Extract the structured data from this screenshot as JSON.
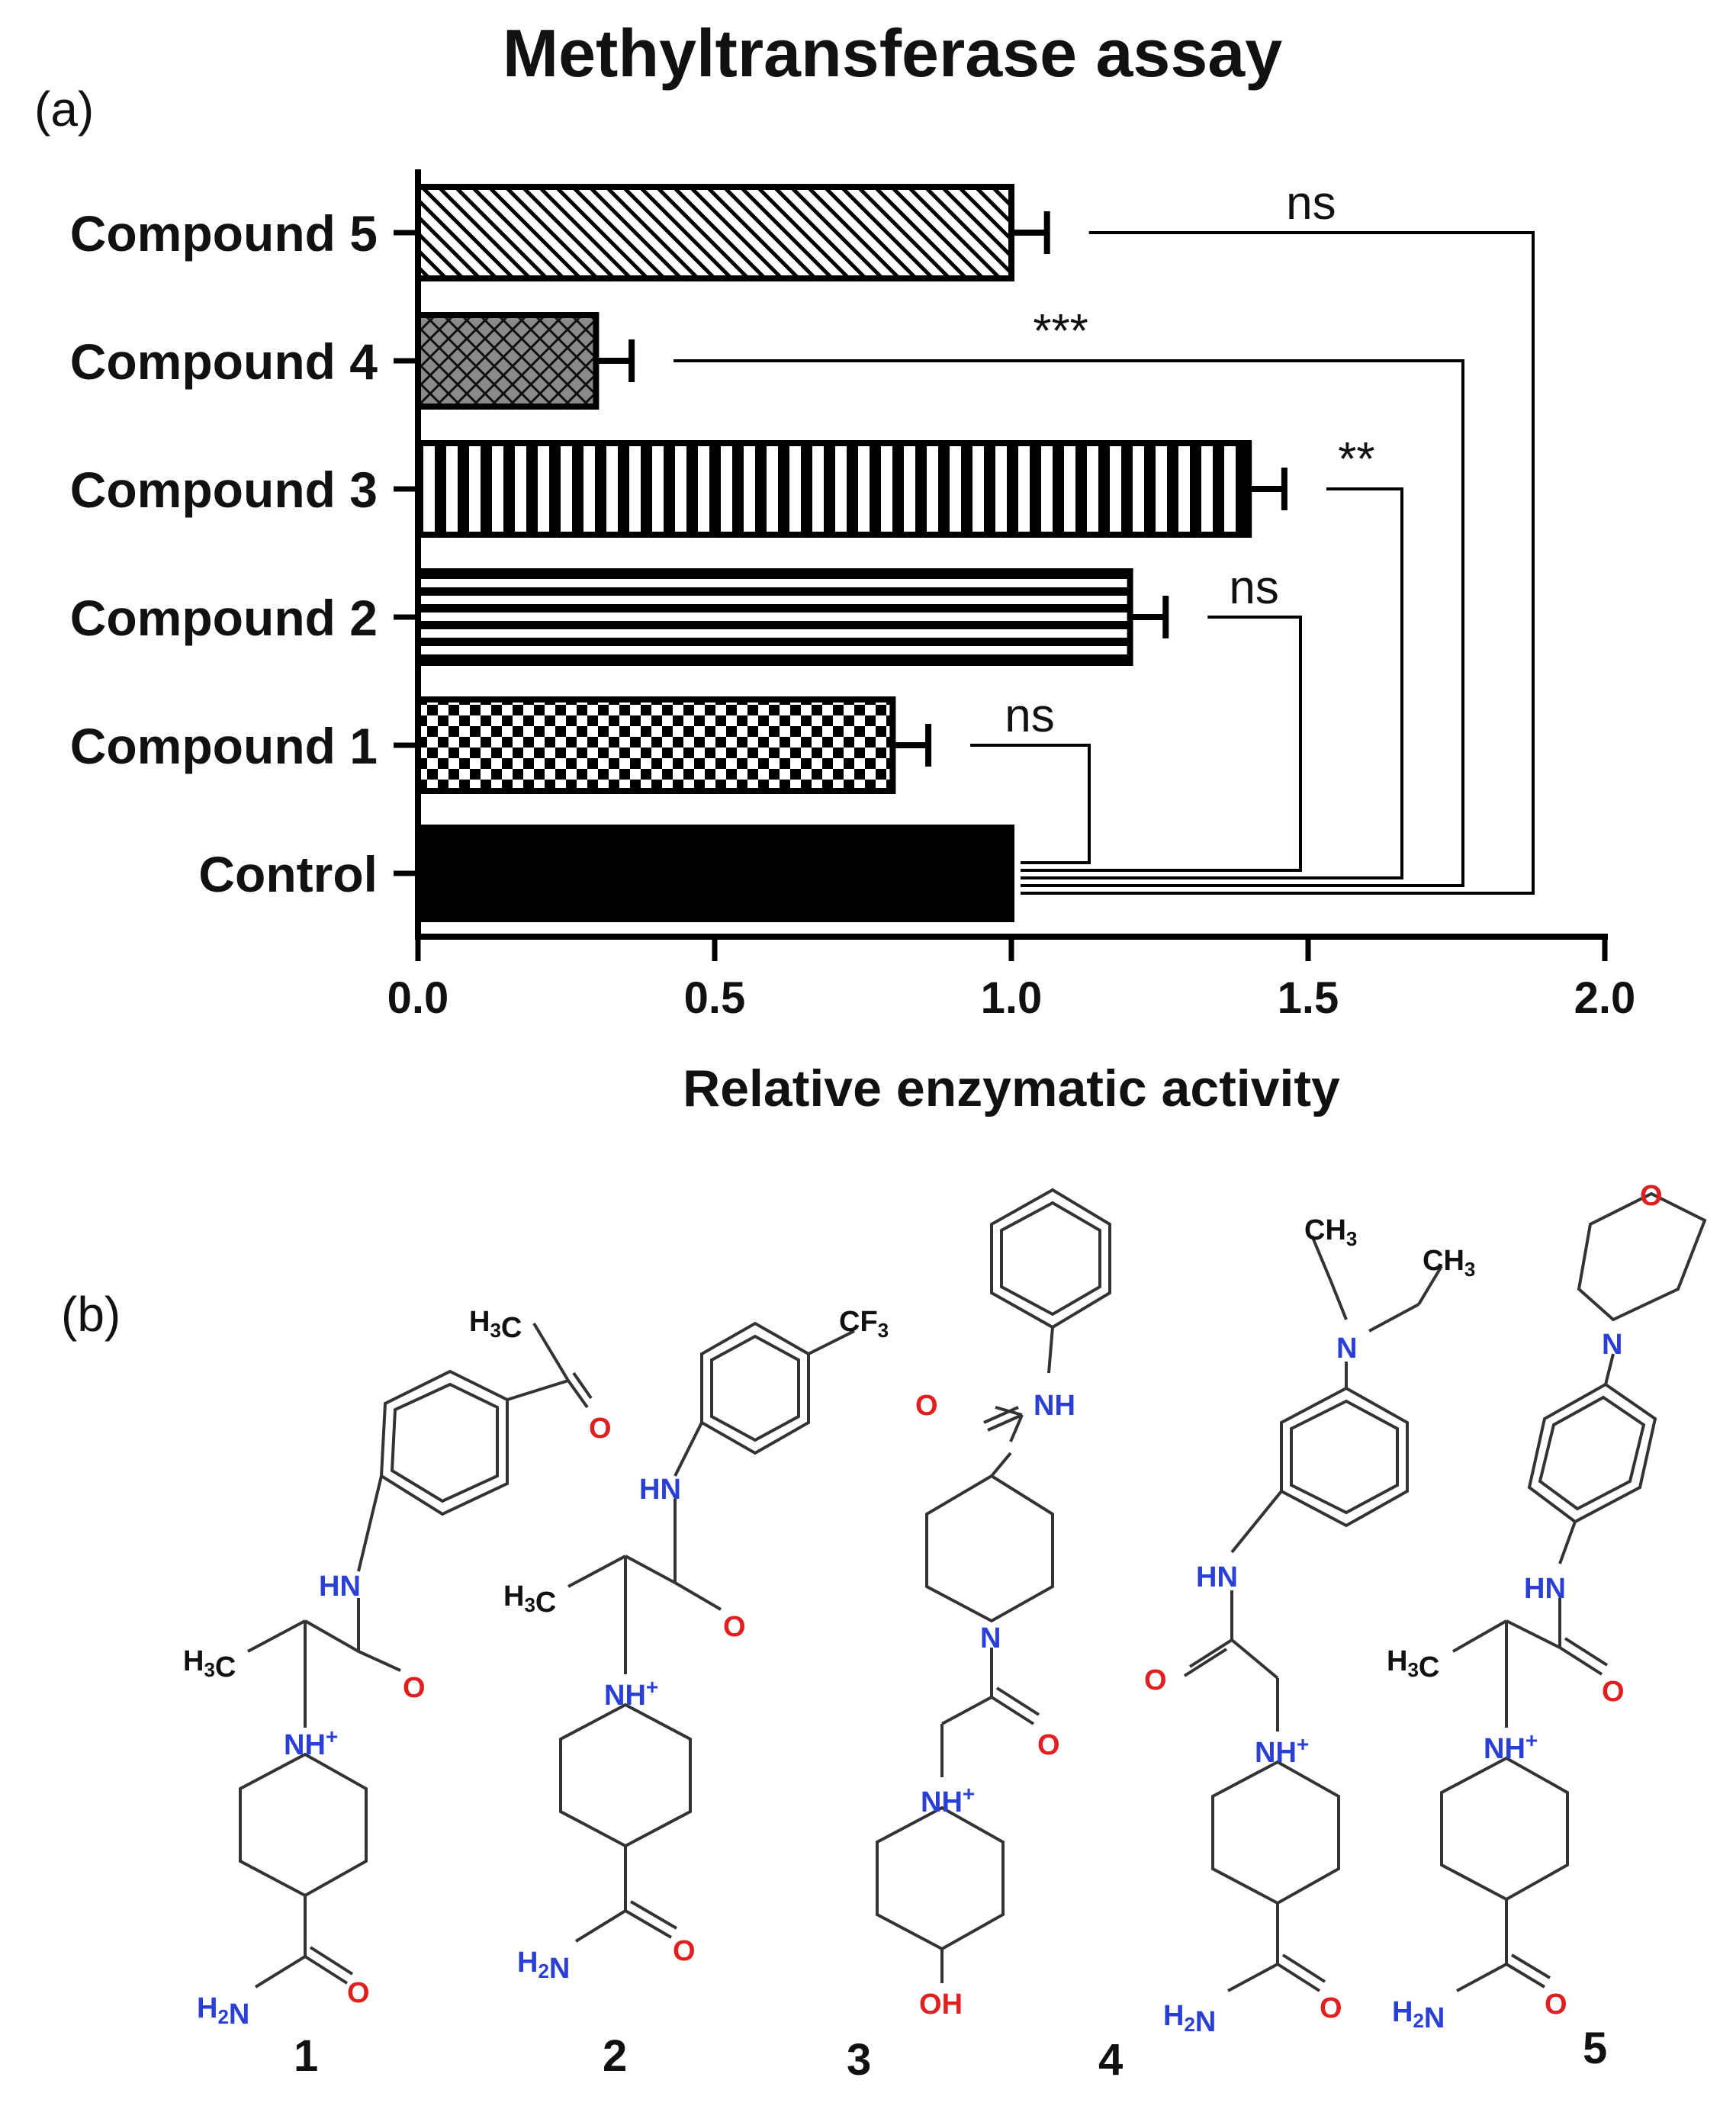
{
  "figure": {
    "title": "Methyltransferase assay",
    "panel_a_label": "(a)",
    "panel_b_label": "(b)"
  },
  "chart_data": {
    "type": "bar",
    "orientation": "horizontal",
    "title": "Methyltransferase assay",
    "xlabel": "Relative enzymatic activity",
    "ylabel": "",
    "xlim": [
      0,
      2.0
    ],
    "xticks": [
      "0.0",
      "0.5",
      "1.0",
      "1.5",
      "2.0"
    ],
    "categories": [
      "Control",
      "Compound 1",
      "Compound 2",
      "Compound 3",
      "Compound 4",
      "Compound 5"
    ],
    "values": [
      1.0,
      0.8,
      1.2,
      1.4,
      0.3,
      1.0
    ],
    "errors": [
      0.0,
      0.06,
      0.06,
      0.06,
      0.06,
      0.06
    ],
    "patterns": [
      "solid",
      "checker",
      "horizontal-stripes",
      "vertical-stripes",
      "gray-diamond",
      "diagonal"
    ],
    "comparisons": [
      {
        "category": "Compound 1",
        "label": "ns"
      },
      {
        "category": "Compound 2",
        "label": "ns"
      },
      {
        "category": "Compound 3",
        "label": "**"
      },
      {
        "category": "Compound 4",
        "label": "***"
      },
      {
        "category": "Compound 5",
        "label": "ns"
      }
    ],
    "grid": false,
    "colors": {
      "bar_stroke": "#000000",
      "fill_solid": "#000000",
      "fill_gray": "#8a8a8a"
    }
  },
  "structures": {
    "numbers": [
      "1",
      "2",
      "3",
      "4",
      "5"
    ],
    "atom_labels": {
      "c1_h3c_top": "H3C",
      "c1_o_ketone": "O",
      "c1_hn": "HN",
      "c1_h3c": "H3C",
      "c1_o_amide": "O",
      "c1_nh": "NH+",
      "c1_h2n": "H2N",
      "c1_o_bottom": "O",
      "c2_cf3": "CF3",
      "c2_hn": "HN",
      "c2_h3c": "H3C",
      "c2_o_amide": "O",
      "c2_nh": "NH+",
      "c2_h2n": "H2N",
      "c2_o_bottom": "O",
      "c3_o_top": "O",
      "c3_nh_top": "NH",
      "c3_n": "N",
      "c3_o_amide": "O",
      "c3_nh": "NH+",
      "c3_oh": "OH",
      "c4_ch3_a": "CH3",
      "c4_ch3_b": "CH3",
      "c4_n_top": "N",
      "c4_hn": "HN",
      "c4_o_amide": "O",
      "c4_nh": "NH+",
      "c4_h2n": "H2N",
      "c4_o_bottom": "O",
      "c5_o_morph": "O",
      "c5_n_morph": "N",
      "c5_hn": "HN",
      "c5_h3c": "H3C",
      "c5_o_amide": "O",
      "c5_nh": "NH+",
      "c5_h2n": "H2N",
      "c5_o_bottom": "O"
    }
  }
}
